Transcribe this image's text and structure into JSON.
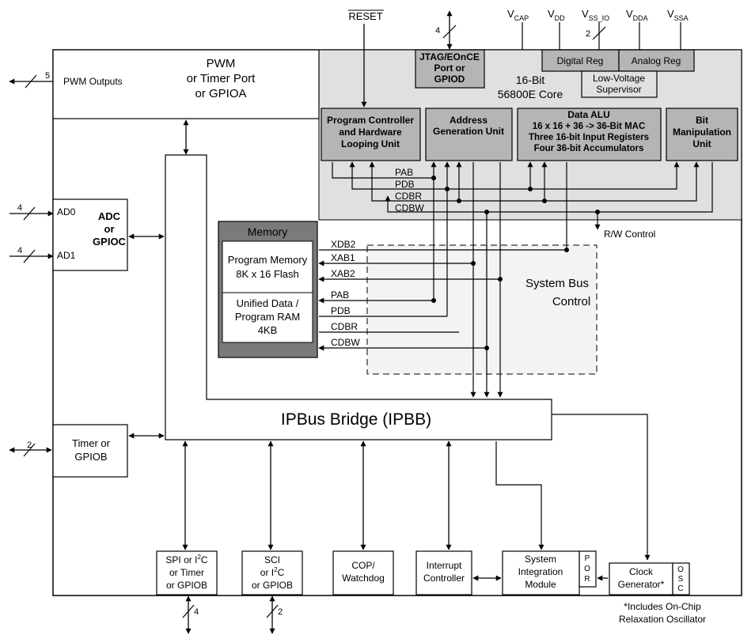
{
  "top_signals": {
    "reset": "RESET",
    "jtag_count": "4",
    "vcap": {
      "main": "V",
      "sub": "CAP"
    },
    "vdd": {
      "main": "V",
      "sub": "DD"
    },
    "vss_io": {
      "main": "V",
      "sub": "SS_IO"
    },
    "vss_io_count": "2",
    "vdda": {
      "main": "V",
      "sub": "DDA"
    },
    "vssa": {
      "main": "V",
      "sub": "SSA"
    }
  },
  "pwm": {
    "lines": [
      "PWM",
      "or Timer Port",
      "or GPIOA"
    ],
    "outputs_label": "PWM Outputs",
    "outputs_count": "5"
  },
  "jtag": {
    "lines": [
      "JTAG/EOnCE",
      "Port or",
      "GPIOD"
    ]
  },
  "regulators": {
    "digital": "Digital Reg",
    "analog": "Analog Reg",
    "lvs": [
      "Low-Voltage",
      "Supervisor"
    ]
  },
  "core": {
    "lines": [
      "16-Bit",
      "56800E Core"
    ]
  },
  "core_units": {
    "pc": [
      "Program Controller",
      "and Hardware",
      "Looping Unit"
    ],
    "agu": [
      "Address",
      "Generation Unit"
    ],
    "alu": [
      "Data ALU",
      "16 x 16 + 36 -> 36-Bit MAC",
      "Three 16-bit Input Registers",
      "Four 36-bit Accumulators"
    ],
    "bmu": [
      "Bit",
      "Manipulation",
      "Unit"
    ]
  },
  "core_buses": [
    "PAB",
    "PDB",
    "CDBR",
    "CDBW"
  ],
  "rw_control": "R/W Control",
  "memory": {
    "title": "Memory",
    "flash": [
      "Program Memory",
      "8K x 16 Flash"
    ],
    "ram": [
      "Unified Data /",
      "Program RAM",
      "4KB"
    ]
  },
  "mem_buses": [
    "XDB2",
    "XAB1",
    "XAB2",
    "PAB",
    "PDB",
    "CDBR",
    "CDBW"
  ],
  "system_bus": [
    "System Bus",
    "Control"
  ],
  "adc": {
    "lines": [
      "ADC",
      "or",
      "GPIOC"
    ],
    "ad0": "AD0",
    "ad1": "AD1",
    "ad0_count": "4",
    "ad1_count": "4"
  },
  "ipbus": "IPBus Bridge (IPBB)",
  "timer": {
    "lines": [
      "Timer or",
      "GPIOB"
    ],
    "count": "2"
  },
  "peripherals": {
    "spi": {
      "l1_pre": "SPI or I",
      "l1_sup": "2",
      "l1_post": "C",
      "l2": "or Timer",
      "l3": "or GPIOB",
      "count": "4"
    },
    "sci": {
      "l1": "SCI",
      "l2_pre": "or I",
      "l2_sup": "2",
      "l2_post": "C",
      "l3": "or GPIOB",
      "count": "2"
    },
    "cop": [
      "COP/",
      "Watchdog"
    ],
    "irq": [
      "Interrupt",
      "Controller"
    ],
    "sim": [
      "System",
      "Integration",
      "Module"
    ],
    "por": [
      "P",
      "O",
      "R"
    ],
    "clock": [
      "Clock",
      "Generator*"
    ],
    "osc": [
      "O",
      "S",
      "C"
    ]
  },
  "footnote": [
    "*Includes On-Chip",
    "Relaxation Oscillator"
  ]
}
